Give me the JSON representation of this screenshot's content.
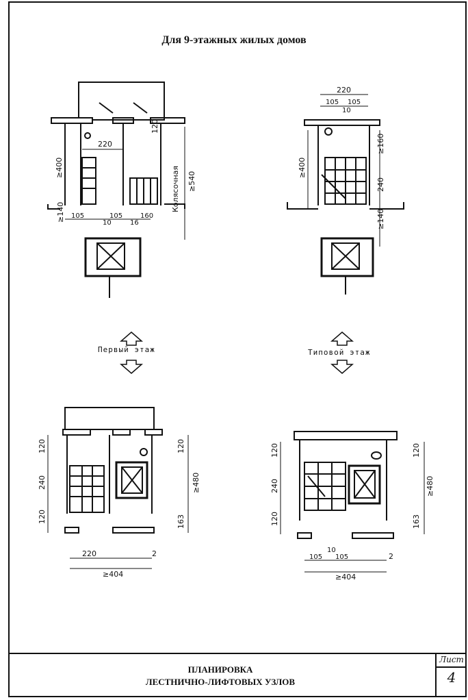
{
  "title": "Для 9-этажных жилых домов",
  "labels": {
    "first_floor": "Первый этаж",
    "typical_floor": "Типовой этаж",
    "stroller": "Колясочная"
  },
  "dims": {
    "tl": {
      "d220": "220",
      "d400": "≥400",
      "d540": "≥540",
      "d120": "120",
      "d140": "≥140",
      "d105a": "105",
      "d105b": "105",
      "d160": "160",
      "d10": "10",
      "d16": "16"
    },
    "tr": {
      "d220": "220",
      "d105a": "105",
      "d105b": "105",
      "d10": "10",
      "d400": "≥400",
      "d160": "≥160",
      "d240": "240",
      "d140": "≥140"
    },
    "bl": {
      "d120a": "120",
      "d240": "240",
      "d120b": "120",
      "d120c": "120",
      "d480": "≥480",
      "d163": "163",
      "d220": "220",
      "d2": "2",
      "d404": "≥404"
    },
    "br": {
      "d120a": "120",
      "d240": "240",
      "d120b": "120",
      "d120c": "120",
      "d480": "≥480",
      "d163": "163",
      "d10": "10",
      "d105a": "105",
      "d105b": "105",
      "d2": "2",
      "d404": "≥404"
    }
  },
  "stamp": {
    "line1": "ПЛАНИРОВКА",
    "line2": "ЛЕСТНИЧНО-ЛИФТОВЫХ УЗЛОВ",
    "sheet_label": "Лист",
    "sheet_number": "4"
  }
}
